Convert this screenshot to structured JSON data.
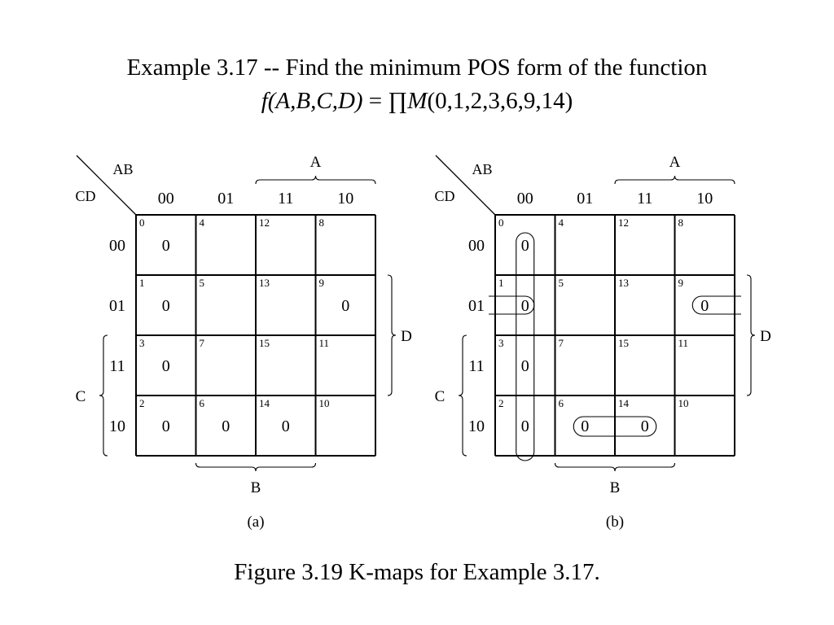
{
  "title": {
    "line1": "Example 3.17 -- Find the minimum POS form of the function",
    "line2_func": "f(A,B,C,D)",
    "line2_eq": " = ",
    "line2_prod": "∏",
    "line2_M": "M",
    "line2_terms": "(0,1,2,3,6,9,14)"
  },
  "caption": "Figure 3.19  K-maps for Example 3.17.",
  "kmap": {
    "row_var": "CD",
    "col_var": "AB",
    "col_codes": [
      "00",
      "01",
      "11",
      "10"
    ],
    "row_codes": [
      "00",
      "01",
      "11",
      "10"
    ],
    "cell_index": [
      [
        "0",
        "4",
        "12",
        "8"
      ],
      [
        "1",
        "5",
        "13",
        "9"
      ],
      [
        "3",
        "7",
        "15",
        "11"
      ],
      [
        "2",
        "6",
        "14",
        "10"
      ]
    ],
    "cell_value": [
      [
        "0",
        "",
        "",
        ""
      ],
      [
        "0",
        "",
        "",
        "0"
      ],
      [
        "0",
        "",
        "",
        ""
      ],
      [
        "0",
        "0",
        "0",
        ""
      ]
    ],
    "brace_labels": {
      "top": "A",
      "right": "D",
      "left": "C",
      "bottom": "B"
    }
  },
  "panels": [
    {
      "label": "(a)",
      "groupings": false
    },
    {
      "label": "(b)",
      "groupings": true
    }
  ]
}
